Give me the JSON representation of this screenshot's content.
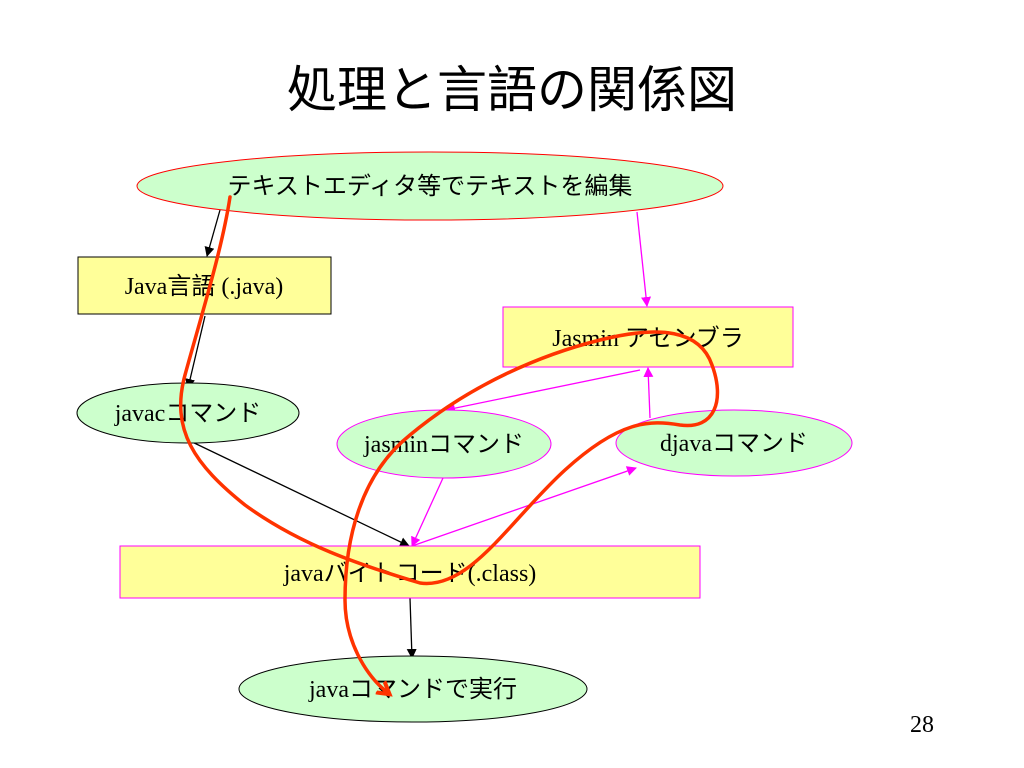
{
  "slide": {
    "title": "処理と言語の関係図",
    "page_number": "28"
  },
  "nodes": {
    "edit_text": "テキストエディタ等でテキストを編集",
    "java_lang": "Java言語 (.java)",
    "jasmin_assembler": "Jasmin アセンブラ",
    "javac_command": "javacコマンド",
    "jasmin_command": "jasminコマンド",
    "djava_command": "djavaコマンド",
    "java_bytecode": "javaバイトコード(.class)",
    "java_run": "javaコマンドで実行"
  },
  "colors": {
    "ellipse_fill": "#ccffcc",
    "box_fill": "#ffff99",
    "black_arrows": "#000000",
    "magenta_arrows": "#ff00ff",
    "red_path": "#ff3300",
    "ellipse_stroke_red": "#ff0000",
    "ellipse_stroke_magenta": "#ff00ff"
  }
}
